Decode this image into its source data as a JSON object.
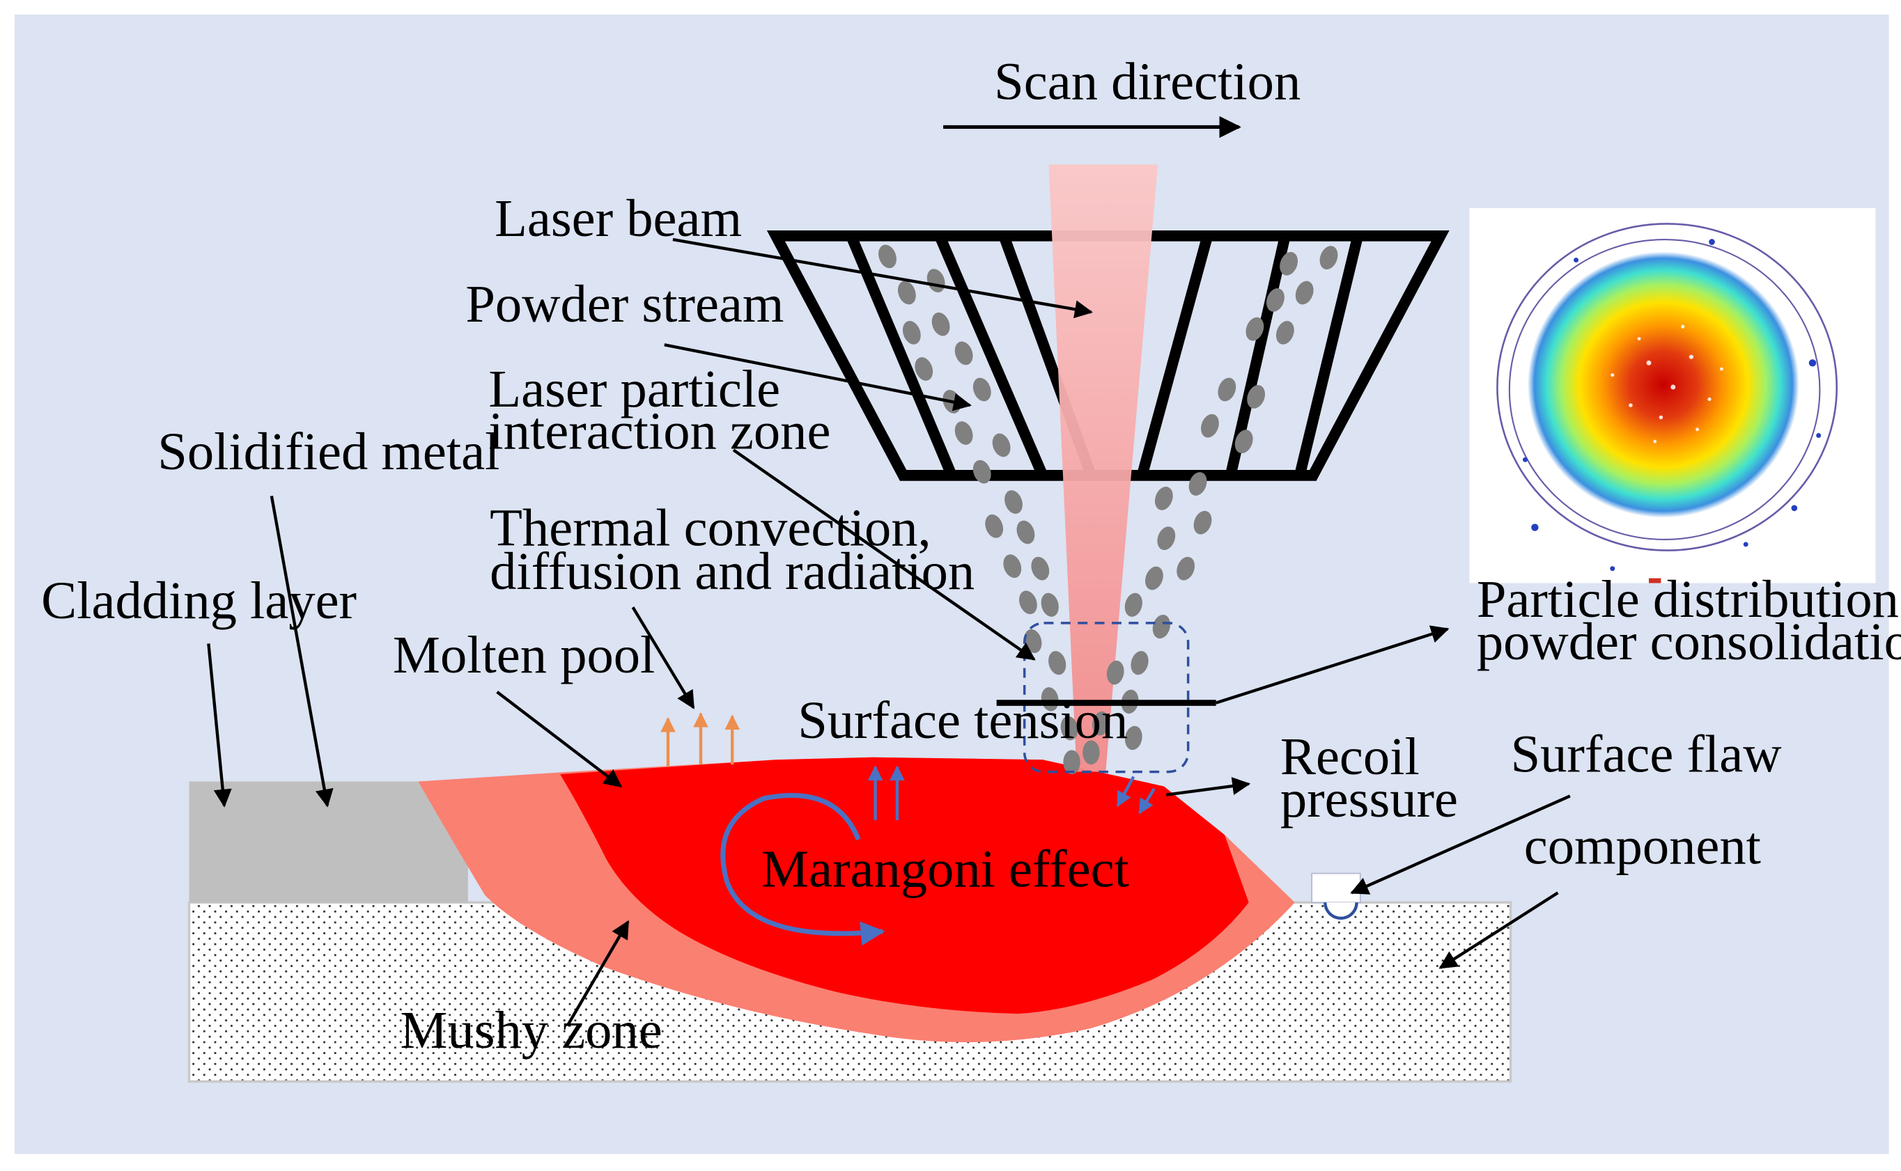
{
  "labels": {
    "scan_direction": "Scan direction",
    "laser_beam": "Laser beam",
    "powder_stream": "Powder stream",
    "interaction_zone_1": "Laser particle",
    "interaction_zone_2": "interaction  zone",
    "solidified_metal": "Solidified metal",
    "thermal_1": "Thermal  convection,",
    "thermal_2": "diffusion and radiation",
    "cladding_layer": "Cladding layer",
    "molten_pool": "Molten pool",
    "surface_tension": "Surface tension",
    "marangoni": "Marangoni  effect",
    "recoil_1": "Recoil",
    "recoil_2": "pressure",
    "surface_flaw": "Surface flaw",
    "component": "component",
    "mushy_zone": "Mushy zone",
    "particle_dist_1": "Particle distribution on the",
    "particle_dist_2": "powder consolidation plan"
  },
  "colors": {
    "background": "#dce3f2",
    "molten_pool": "#ff0000",
    "mushy_zone": "#fa8072",
    "cladding": "#bfbfbf",
    "substrate": "#ffffff",
    "laser": "#f8a2a2",
    "powder": "#808080",
    "flow_arrow": "#4a72c4",
    "heat_arrow": "#ed8f4e"
  },
  "icons": {
    "arrow": "black-arrow-icon",
    "heat": "orange-up-arrow-icon",
    "flow": "blue-circulation-arrow-icon"
  }
}
